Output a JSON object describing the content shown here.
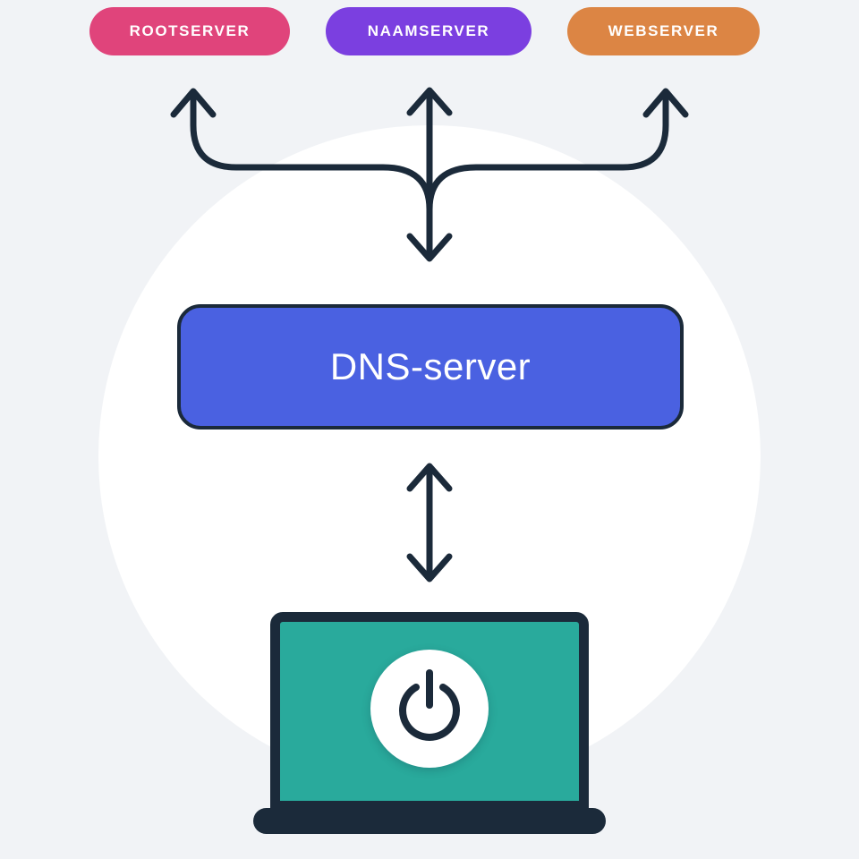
{
  "page": {
    "background": "#F1F3F6",
    "circle_background": "#FFFFFF"
  },
  "servers": [
    {
      "id": "rootserver",
      "label": "ROOTSERVER",
      "color": "#E0447B"
    },
    {
      "id": "naamserver",
      "label": "NAAMSERVER",
      "color": "#7B3FE0"
    },
    {
      "id": "webserver",
      "label": "WEBSERVER",
      "color": "#DC8544"
    }
  ],
  "dns": {
    "label": "DNS-server",
    "background": "#4A61E1",
    "text_color": "#FFFFFF"
  },
  "laptop": {
    "screen_color": "#29AA9C",
    "frame_color": "#1B2A3A"
  },
  "icons": {
    "power": "power-icon"
  },
  "colors": {
    "line": "#1B2A3A"
  }
}
